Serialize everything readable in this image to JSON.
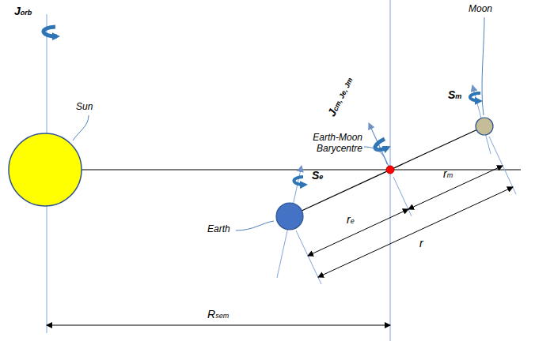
{
  "diagram": {
    "labels": [
      "Jorb",
      "Moon",
      "Jcm, Je, Jm",
      "Sm",
      "Earth-Moon Barycentre",
      "Sun",
      "Se",
      "re",
      "rm",
      "r",
      "Earth",
      "Rsem"
    ]
  }
}
